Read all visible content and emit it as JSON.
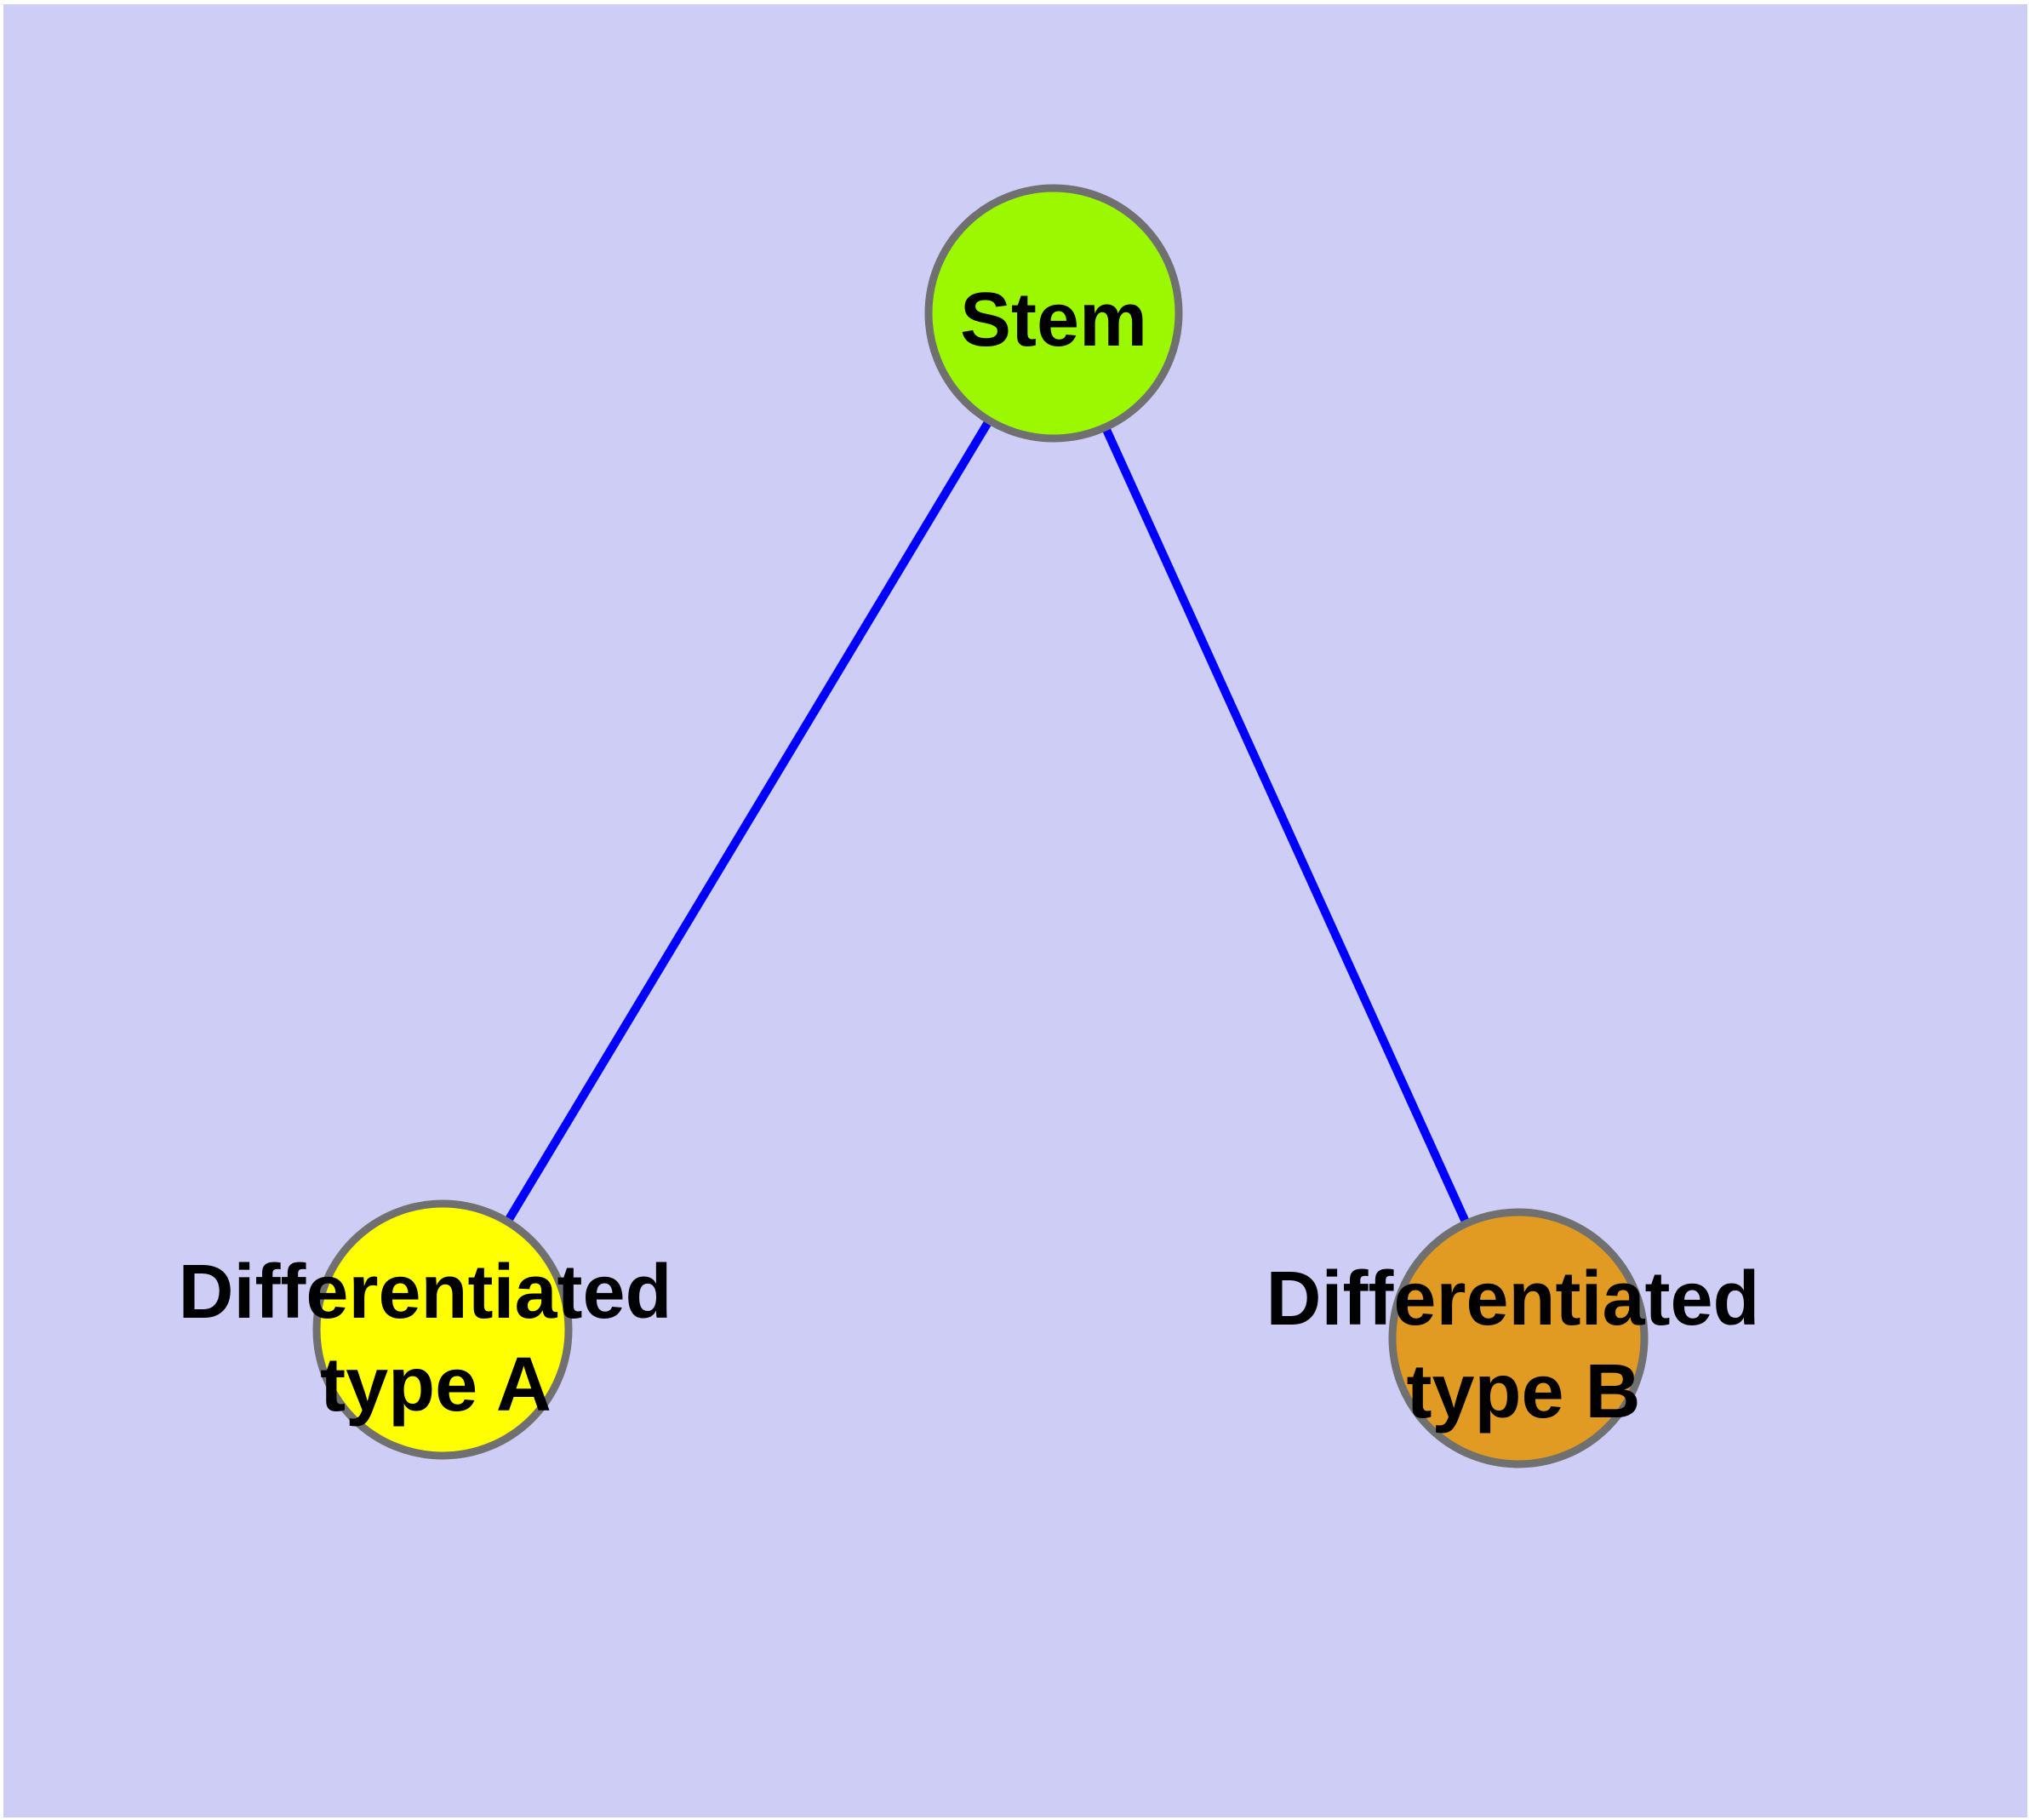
{
  "diagram": {
    "type": "graph",
    "background_color": "#CDCDF6",
    "margin_color": "#FFFFFF",
    "edge_color": "#0000FF",
    "node_border_color": "#707070",
    "label_color": "#000000",
    "nodes": {
      "stem": {
        "label": "Stem",
        "color": "#9BF800"
      },
      "type_a": {
        "label_line1": "Differentiated",
        "label_line2": "type A",
        "label_full": "Differentiated type A",
        "color": "#FFFF00"
      },
      "type_b": {
        "label_line1": "Differentiated",
        "label_line2": "type B",
        "label_full": "Differentiated type B",
        "color": "#E29B22"
      }
    },
    "edges": [
      {
        "from": "Stem",
        "to": "Differentiated type A"
      },
      {
        "from": "Stem",
        "to": "Differentiated type B"
      }
    ]
  }
}
